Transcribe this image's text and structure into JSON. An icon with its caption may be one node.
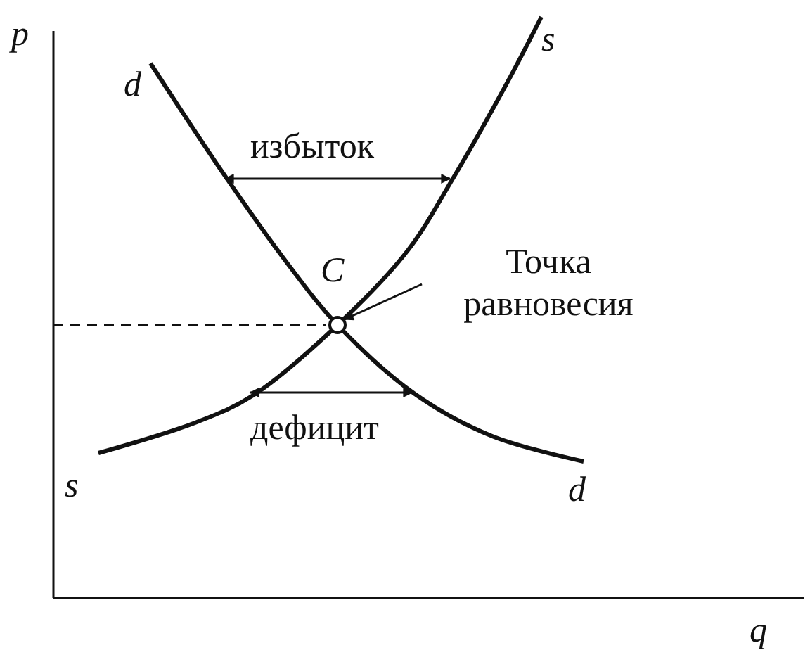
{
  "diagram": {
    "nodes": [
      {
        "text": [
          "Точка равновесия"
        ]
      },
      {
        "text": [],
        "shape": "circle"
      }
    ],
    "edges": [
      {
        "from": 0,
        "to": 1,
        "arrow": "to"
      }
    ],
    "labels": [
      "p",
      "s",
      "d",
      "избыток",
      "C",
      "дефицит",
      "s",
      "d",
      "q"
    ]
  }
}
